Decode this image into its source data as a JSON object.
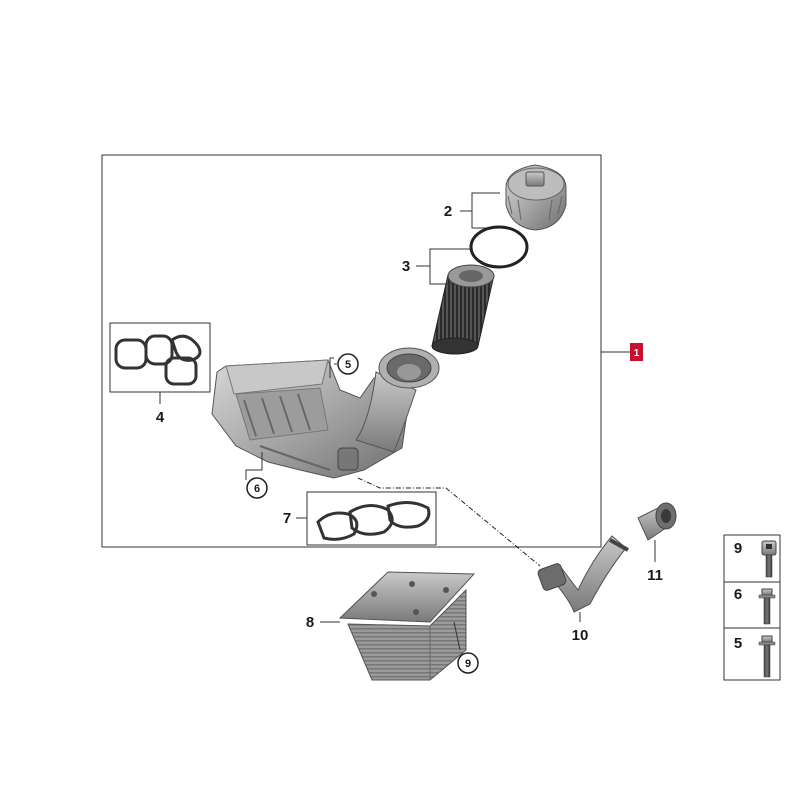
{
  "callouts": {
    "c1": "1",
    "c2": "2",
    "c3": "3",
    "c4": "4",
    "c5": "5",
    "c6": "6",
    "c7": "7",
    "c8": "8",
    "c9": "9",
    "c10": "10",
    "c11": "11"
  },
  "legend": {
    "items": [
      "9",
      "6",
      "5"
    ]
  },
  "colors": {
    "accent_red": "#c8102e",
    "part_grey": "#8f8f8f",
    "line": "#333333"
  }
}
